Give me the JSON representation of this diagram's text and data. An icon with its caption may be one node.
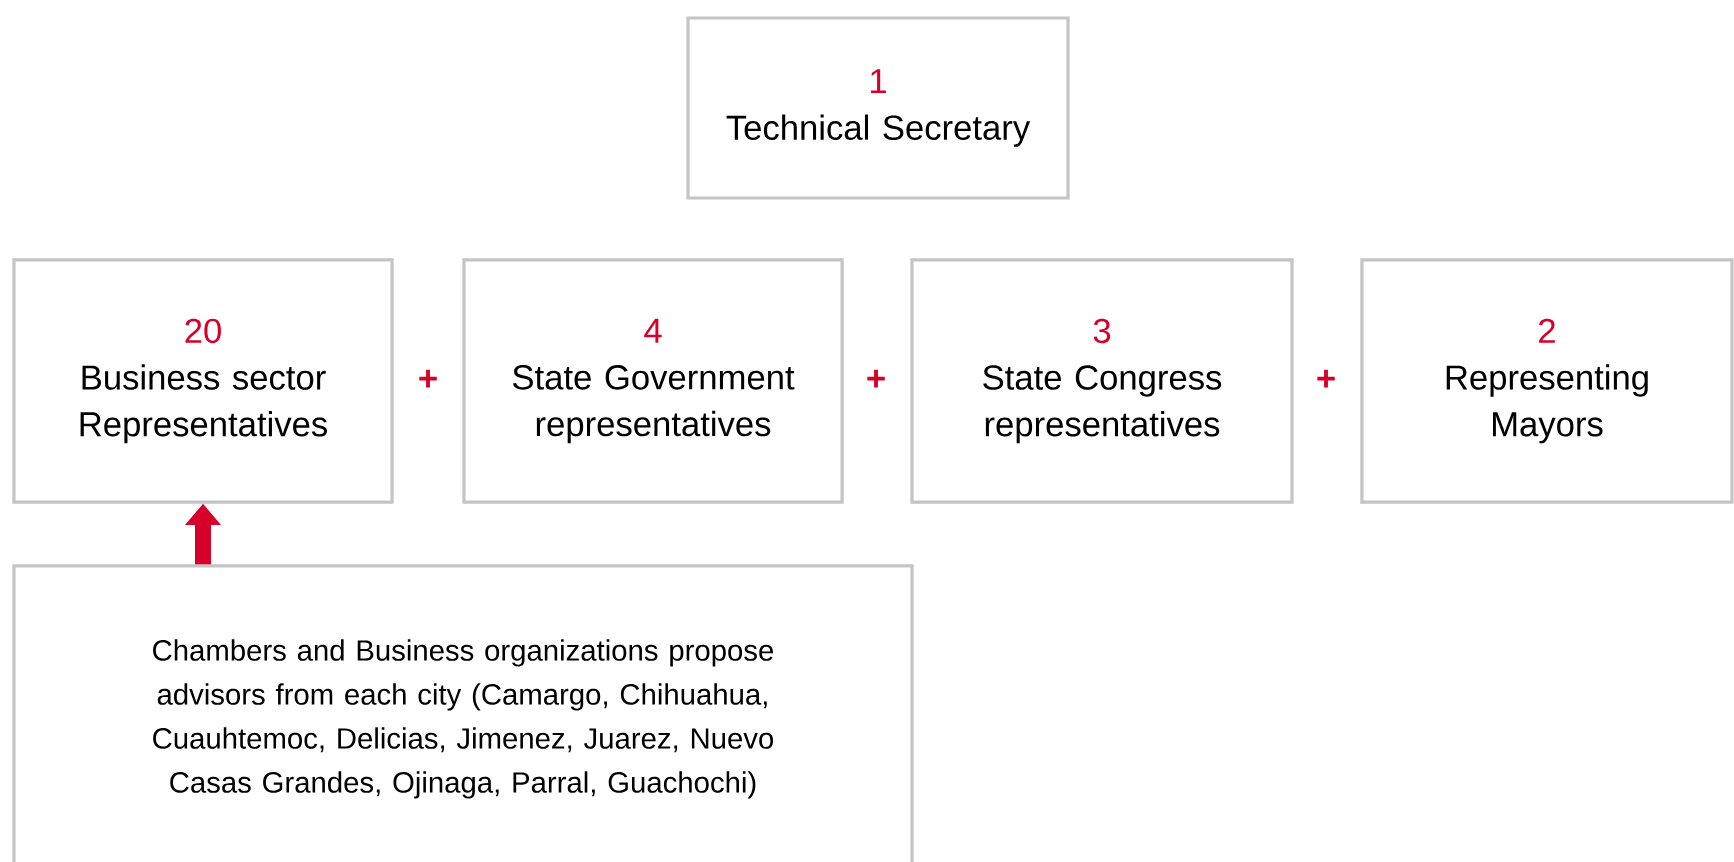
{
  "diagram": {
    "nodes": [
      {
        "text": [
          "1",
          "Technical Secretary"
        ]
      },
      {
        "text": [
          "20",
          "Business sector Representatives"
        ]
      },
      {
        "text": [
          "4",
          "State Government representatives"
        ]
      },
      {
        "text": [
          "3",
          "State Congress representatives"
        ]
      },
      {
        "text": [
          "2",
          "Representing Mayors"
        ]
      },
      {
        "text": [
          "Chambers and Business organizations propose advisors from each city (Camargo, Chihuahua, Cuauhtemoc, Delicias, Jimenez, Juarez, Nuevo Casas Grandes, Ojinaga, Parral, Guachochi)"
        ]
      }
    ],
    "edges": [
      {
        "from": 5,
        "to": 1,
        "arrow": "to"
      }
    ],
    "labels": [
      "+",
      "+",
      "+"
    ]
  }
}
